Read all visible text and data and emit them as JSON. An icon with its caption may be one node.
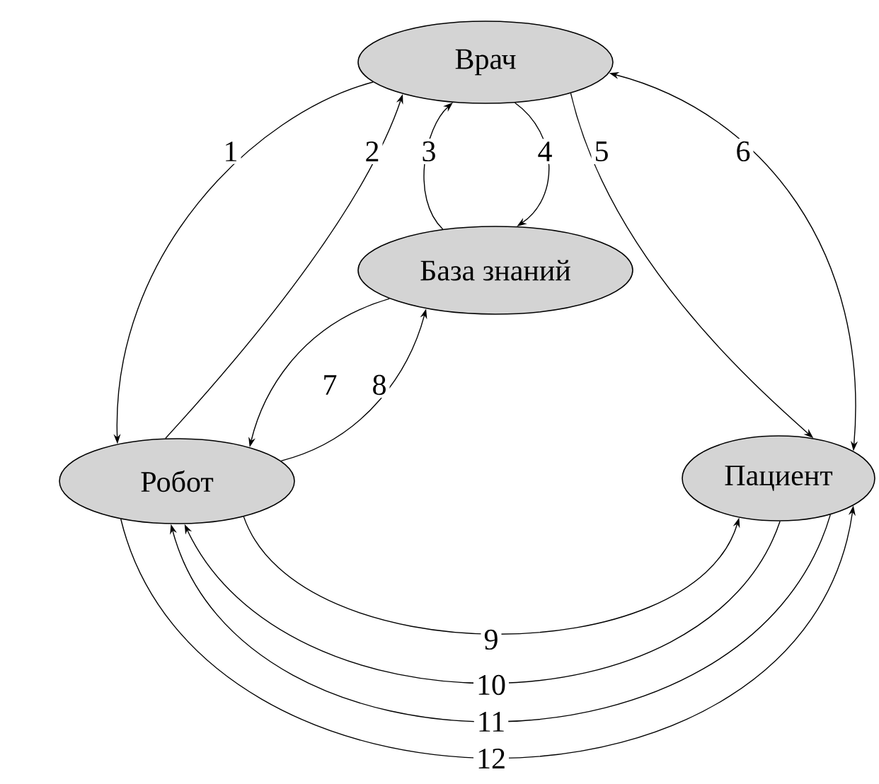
{
  "diagram": {
    "nodes": [
      {
        "text": [
          "Врач"
        ]
      },
      {
        "text": [
          "База знаний"
        ]
      },
      {
        "text": [
          "Робот"
        ]
      },
      {
        "text": [
          "Пациент"
        ]
      }
    ],
    "edges": [
      {
        "from": 0,
        "to": 2,
        "arrow": "to",
        "label": "1"
      },
      {
        "from": 2,
        "to": 0,
        "arrow": "to",
        "label": "2"
      },
      {
        "from": 1,
        "to": 0,
        "arrow": "to",
        "label": "3"
      },
      {
        "from": 0,
        "to": 1,
        "arrow": "to",
        "label": "4"
      },
      {
        "from": 0,
        "to": 3,
        "arrow": "to",
        "label": "5"
      },
      {
        "from": 3,
        "to": 0,
        "arrow": "both",
        "label": "6"
      },
      {
        "from": 1,
        "to": 2,
        "arrow": "to",
        "label": "7"
      },
      {
        "from": 2,
        "to": 1,
        "arrow": "to",
        "label": "8"
      },
      {
        "from": 2,
        "to": 3,
        "arrow": "to",
        "label": "9"
      },
      {
        "from": 3,
        "to": 2,
        "arrow": "to",
        "label": "10"
      },
      {
        "from": 3,
        "to": 2,
        "arrow": "to",
        "label": "11"
      },
      {
        "from": 2,
        "to": 3,
        "arrow": "to",
        "label": "12"
      }
    ]
  }
}
